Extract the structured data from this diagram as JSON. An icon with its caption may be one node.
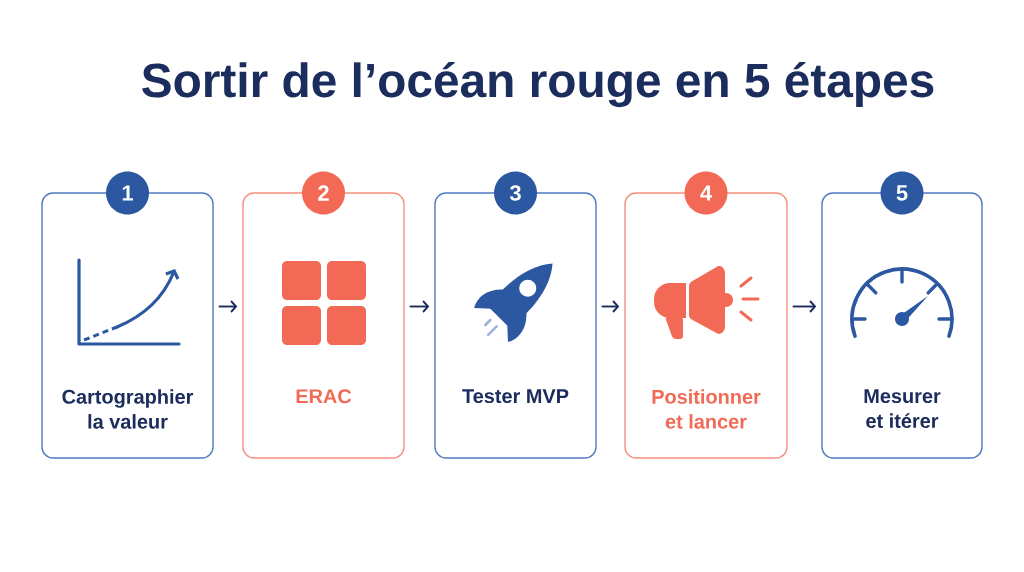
{
  "diagram": {
    "title": "Sortir de l’océan rouge en 5 étapes",
    "nodes": [
      {
        "text": [
          "1",
          "Cartographier la valeur"
        ]
      },
      {
        "text": [
          "2",
          "ERAC"
        ]
      },
      {
        "text": [
          "3",
          "Tester MVP"
        ]
      },
      {
        "text": [
          "4",
          "Positionner et lancer"
        ]
      },
      {
        "text": [
          "5",
          "Mesurer et itérer"
        ]
      }
    ],
    "edges": [
      {
        "from": 0,
        "to": 1,
        "arrow": "to"
      },
      {
        "from": 1,
        "to": 2,
        "arrow": "to"
      },
      {
        "from": 2,
        "to": 3,
        "arrow": "to"
      },
      {
        "from": 3,
        "to": 4,
        "arrow": "to"
      }
    ]
  }
}
